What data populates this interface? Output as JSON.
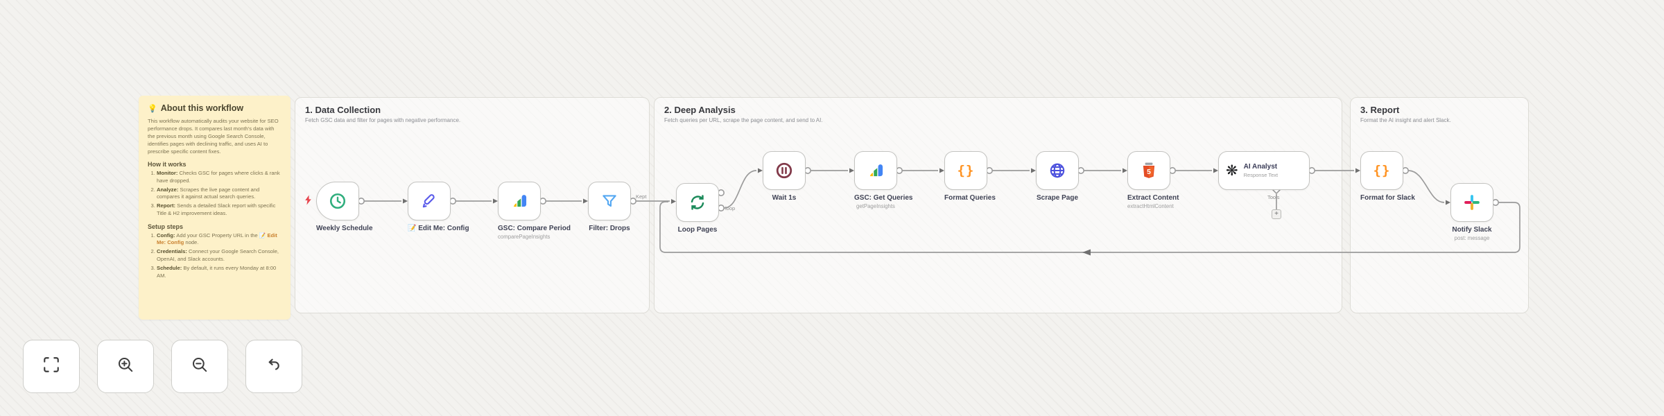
{
  "sticky_note": {
    "title": "About this workflow",
    "title_icon": "💡",
    "description": "This workflow automatically audits your website for SEO performance drops. It compares last month's data with the previous month using Google Search Console, identifies pages with declining traffic, and uses AI to prescribe specific content fixes.",
    "how_heading": "How it works",
    "how_items": [
      {
        "label": "Monitor:",
        "text": "Checks GSC for pages where clicks & rank have dropped."
      },
      {
        "label": "Analyze:",
        "text": "Scrapes the live page content and compares it against actual search queries."
      },
      {
        "label": "Report:",
        "text": "Sends a detailed Slack report with specific Title & H2 improvement ideas."
      }
    ],
    "setup_heading": "Setup steps",
    "setup_items": [
      {
        "label": "Config:",
        "text_pre": "Add your GSC Property URL in the",
        "link": "📝 Edit Me: Config",
        "text_post": "node."
      },
      {
        "label": "Credentials:",
        "text": "Connect your Google Search Console, OpenAI, and Slack accounts."
      },
      {
        "label": "Schedule:",
        "text": "By default, it runs every Monday at 8:00 AM."
      }
    ]
  },
  "groups": [
    {
      "title": "1. Data Collection",
      "subtitle": "Fetch GSC data and filter for pages with negative performance."
    },
    {
      "title": "2. Deep Analysis",
      "subtitle": "Fetch queries per URL, scrape the page content, and send to AI."
    },
    {
      "title": "3. Report",
      "subtitle": "Format the AI insight and alert Slack."
    }
  ],
  "nodes": [
    {
      "label": "Weekly Schedule",
      "icon": "clock-icon"
    },
    {
      "label": "📝 Edit Me: Config",
      "icon": "pencil-icon"
    },
    {
      "label": "GSC: Compare Period",
      "sublabel": "comparePageInsights",
      "icon": "google-search-console-icon"
    },
    {
      "label": "Filter: Drops",
      "icon": "funnel-icon"
    },
    {
      "label": "Loop Pages",
      "icon": "loop-icon"
    },
    {
      "label": "Wait 1s",
      "icon": "pause-icon"
    },
    {
      "label": "GSC: Get Queries",
      "sublabel": "getPageInsights",
      "icon": "google-search-console-icon"
    },
    {
      "label": "Format Queries",
      "icon": "code-braces-icon"
    },
    {
      "label": "Scrape Page",
      "icon": "globe-icon"
    },
    {
      "label": "Extract Content",
      "sublabel": "extractHtmlContent",
      "icon": "html5-icon"
    },
    {
      "label": "AI Analyst",
      "sublabel": "Response Text",
      "icon": "openai-icon"
    },
    {
      "label": "Format for Slack",
      "icon": "code-braces-icon"
    },
    {
      "label": "Notify Slack",
      "sublabel": "post: message",
      "icon": "slack-icon"
    }
  ],
  "connection_labels": {
    "kept": "Kept",
    "loop": "loop",
    "tools": "Tools",
    "add_tool": "+"
  },
  "code_glyph": "{}",
  "openai_glyph": "❋",
  "toolbar": [
    {
      "name": "zoom-to-fit",
      "icon": "fit-view-icon"
    },
    {
      "name": "zoom-in",
      "icon": "zoom-in-icon"
    },
    {
      "name": "zoom-out",
      "icon": "zoom-out-icon"
    },
    {
      "name": "reset-view",
      "icon": "undo-icon"
    }
  ],
  "colors": {
    "sticky_bg": "#fdf1c9",
    "canvas_bg": "#f3f2ef",
    "wire": "#9b9b9b",
    "trigger_bolt": "#e7464f",
    "schedule_green": "#2fae7d",
    "set_blue": "#5a5bea",
    "filter_blue": "#55a8f2",
    "loop_green": "#1b8a5a",
    "wait_maroon": "#823a4a",
    "code_orange": "#ff9322",
    "http_indigo": "#4b50dd",
    "html_orange": "#e44d26",
    "slack_blue": "#36c5f0",
    "slack_green": "#2eb67d",
    "slack_yellow": "#ecb22e",
    "slack_pink": "#e01e5a"
  }
}
